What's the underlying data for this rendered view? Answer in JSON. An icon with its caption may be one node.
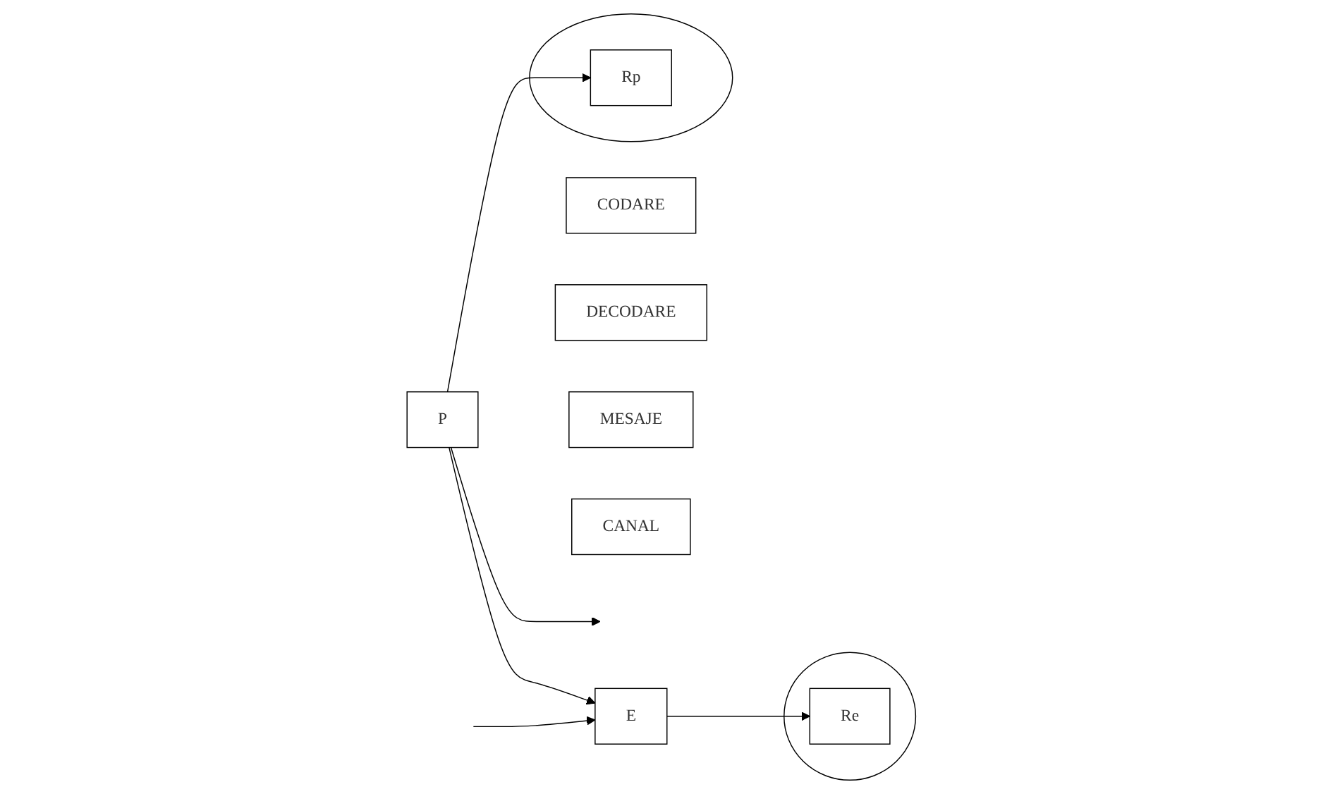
{
  "diagram": {
    "nodes": [
      {
        "text": [
          "CODARE"
        ]
      },
      {
        "text": [
          "DECODARE"
        ]
      },
      {
        "text": [
          "P"
        ]
      },
      {
        "text": [
          "MESAJE"
        ]
      },
      {
        "text": [
          "E"
        ]
      },
      {
        "text": [
          "CANAL"
        ]
      },
      {
        "text": [],
        "shape": "circle"
      },
      {
        "text": [
          "Rp"
        ],
        "in": 6
      },
      {
        "text": [],
        "shape": "circle"
      },
      {
        "text": [
          "Re"
        ],
        "in": 8
      }
    ],
    "edges": [
      {
        "from": 2,
        "to": null,
        "arrow": "to"
      },
      {
        "from": null,
        "to": 4,
        "arrow": "to"
      },
      {
        "from": 2,
        "to": 4,
        "arrow": "to"
      },
      {
        "from": 2,
        "to": 7,
        "arrow": "to"
      },
      {
        "from": 4,
        "to": 9,
        "arrow": "to"
      }
    ]
  }
}
